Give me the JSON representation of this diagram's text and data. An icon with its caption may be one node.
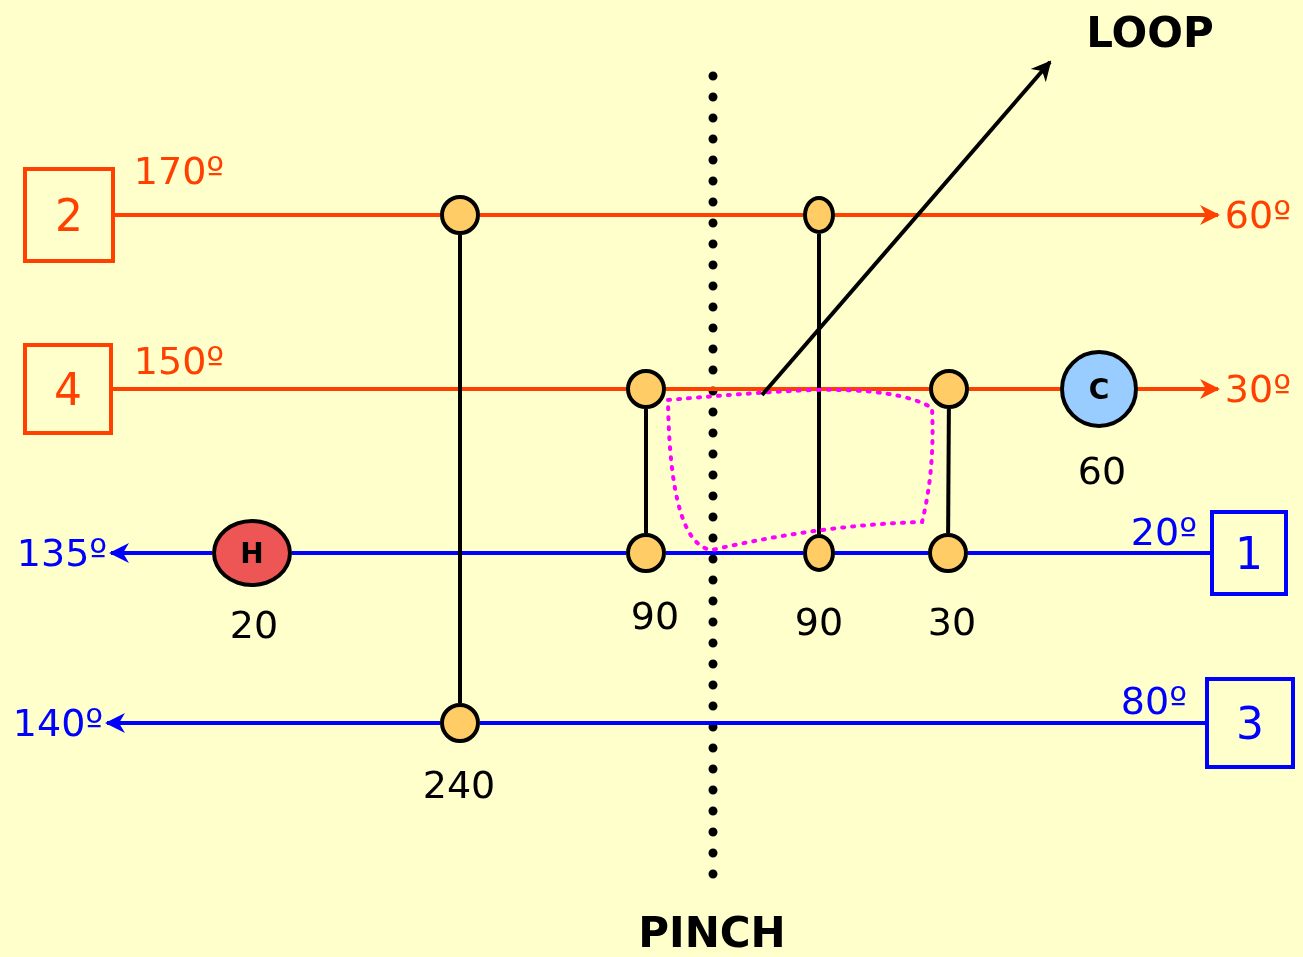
{
  "diagram": {
    "nodes": [
      {
        "text": [
          "2"
        ],
        "beside": [
          "170º"
        ]
      },
      {
        "text": [],
        "shape": "circle"
      },
      {
        "text": [],
        "shape": "circle"
      },
      {
        "text": [
          "60º"
        ]
      },
      {
        "text": [
          "4"
        ],
        "beside": [
          "150º"
        ]
      },
      {
        "text": [],
        "shape": "circle"
      },
      {
        "text": [],
        "shape": "circle"
      },
      {
        "text": [
          "C"
        ],
        "beside": [
          "60"
        ]
      },
      {
        "text": [
          "30º"
        ]
      },
      {
        "text": [
          "1"
        ],
        "beside": [
          "20º"
        ]
      },
      {
        "text": [],
        "shape": "circle",
        "beside": [
          "30"
        ]
      },
      {
        "text": [],
        "shape": "circle",
        "beside": [
          "90"
        ]
      },
      {
        "text": [],
        "shape": "circle",
        "beside": [
          "90"
        ]
      },
      {
        "text": [
          "H"
        ],
        "beside": [
          "20"
        ]
      },
      {
        "text": [
          "135º"
        ]
      },
      {
        "text": [
          "3"
        ],
        "beside": [
          "80º"
        ]
      },
      {
        "text": [],
        "shape": "circle",
        "beside": [
          "240"
        ]
      },
      {
        "text": [
          "140º"
        ]
      },
      {
        "text": [
          "LOOP"
        ]
      }
    ],
    "edges": [
      {
        "from": 0,
        "to": 1,
        "arrow": "none",
        "color": "#ff4000"
      },
      {
        "from": 1,
        "to": 2,
        "arrow": "none",
        "color": "#ff4000"
      },
      {
        "from": 2,
        "to": 3,
        "arrow": "to",
        "color": "#ff4000"
      },
      {
        "from": 4,
        "to": 5,
        "arrow": "none",
        "color": "#ff4000"
      },
      {
        "from": 5,
        "to": 6,
        "arrow": "none",
        "color": "#ff4000"
      },
      {
        "from": 6,
        "to": 7,
        "arrow": "none",
        "color": "#ff4000"
      },
      {
        "from": 7,
        "to": 8,
        "arrow": "to",
        "color": "#ff4000"
      },
      {
        "from": 9,
        "to": 10,
        "arrow": "none",
        "color": "#0000ff"
      },
      {
        "from": 10,
        "to": 11,
        "arrow": "none",
        "color": "#0000ff"
      },
      {
        "from": 11,
        "to": 12,
        "arrow": "none",
        "color": "#0000ff"
      },
      {
        "from": 12,
        "to": 13,
        "arrow": "none",
        "color": "#0000ff"
      },
      {
        "from": 13,
        "to": 14,
        "arrow": "to",
        "color": "#0000ff"
      },
      {
        "from": 15,
        "to": 16,
        "arrow": "none",
        "color": "#0000ff"
      },
      {
        "from": 16,
        "to": 17,
        "arrow": "to",
        "color": "#0000ff"
      },
      {
        "from": 1,
        "to": 16,
        "arrow": "none",
        "color": "#000000"
      },
      {
        "from": 5,
        "to": 12,
        "arrow": "none",
        "color": "#000000"
      },
      {
        "from": 2,
        "to": 11,
        "arrow": "none",
        "color": "#000000"
      },
      {
        "from": 6,
        "to": 10,
        "arrow": "none",
        "color": "#000000"
      },
      {
        "from": null,
        "to": 18,
        "arrow": "to",
        "color": "#000000"
      }
    ],
    "labels": [
      "PINCH"
    ]
  }
}
